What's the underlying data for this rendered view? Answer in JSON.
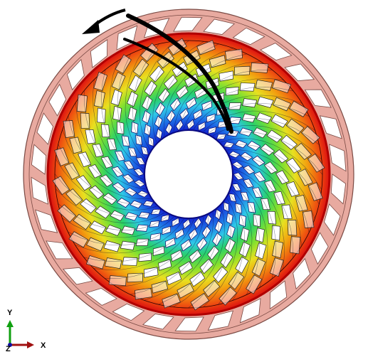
{
  "triad": {
    "y_label": "Y",
    "x_label": "X",
    "z_label": "Z"
  },
  "colors": {
    "background": "#ffffff",
    "outer_ring": "#e8aaa0",
    "outer_ring_edge": "#7a4a44",
    "contour": [
      "#1010c8",
      "#1e6ee6",
      "#2fc8e8",
      "#2ad06a",
      "#7ee030",
      "#e8e020",
      "#f2a010",
      "#ee5010",
      "#dc1010"
    ],
    "cutout": "#ffffff",
    "rotation_arrow": "#000000",
    "axis_y": "#10a010",
    "axis_x": "#a01010",
    "axis_z": "#1010a0"
  },
  "icons": {
    "rotation_arrow": "curved-arrow-icon",
    "triad": "axis-triad-icon"
  }
}
